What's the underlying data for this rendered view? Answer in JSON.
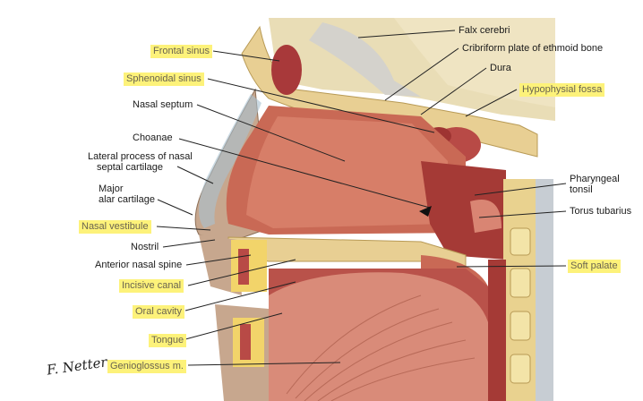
{
  "figure": {
    "labels_left": [
      {
        "key": "frontal_sinus",
        "text": "Frontal sinus",
        "highlighted": true
      },
      {
        "key": "sphenoidal_sinus",
        "text": "Sphenoidal sinus",
        "highlighted": true
      },
      {
        "key": "nasal_septum",
        "text": "Nasal septum",
        "highlighted": false
      },
      {
        "key": "choanae",
        "text": "Choanae",
        "highlighted": false
      },
      {
        "key": "lateral_process",
        "text": "Lateral process of nasal",
        "highlighted": false
      },
      {
        "key": "lateral_process_2",
        "text": "septal cartilage",
        "highlighted": false
      },
      {
        "key": "major_alar",
        "text": "Major",
        "highlighted": false
      },
      {
        "key": "major_alar_2",
        "text": "alar cartilage",
        "highlighted": false
      },
      {
        "key": "nasal_vestibule",
        "text": "Nasal vestibule",
        "highlighted": true
      },
      {
        "key": "nostril",
        "text": "Nostril",
        "highlighted": false
      },
      {
        "key": "anterior_nasal_spine",
        "text": "Anterior nasal spine",
        "highlighted": false
      },
      {
        "key": "incisive_canal",
        "text": "Incisive canal",
        "highlighted": true
      },
      {
        "key": "oral_cavity",
        "text": "Oral cavity",
        "highlighted": true
      },
      {
        "key": "tongue",
        "text": "Tongue",
        "highlighted": true
      },
      {
        "key": "genioglossus",
        "text": "Genioglossus m.",
        "highlighted": true
      }
    ],
    "labels_right": [
      {
        "key": "falx_cerebri",
        "text": "Falx cerebri",
        "highlighted": false
      },
      {
        "key": "cribriform",
        "text": "Cribriform plate of ethmoid bone",
        "highlighted": false
      },
      {
        "key": "dura",
        "text": "Dura",
        "highlighted": false
      },
      {
        "key": "hypophysial_fossa",
        "text": "Hypophysial fossa",
        "highlighted": true
      },
      {
        "key": "pharyngeal_tonsil",
        "text": "Pharyngeal",
        "highlighted": false
      },
      {
        "key": "pharyngeal_tonsil_2",
        "text": "tonsil",
        "highlighted": false
      },
      {
        "key": "torus_tubarius",
        "text": "Torus tubarius",
        "highlighted": false
      },
      {
        "key": "soft_palate",
        "text": "Soft palate",
        "highlighted": true
      }
    ],
    "signature": "F. Netter",
    "highlight_color": "#fdf27a"
  }
}
